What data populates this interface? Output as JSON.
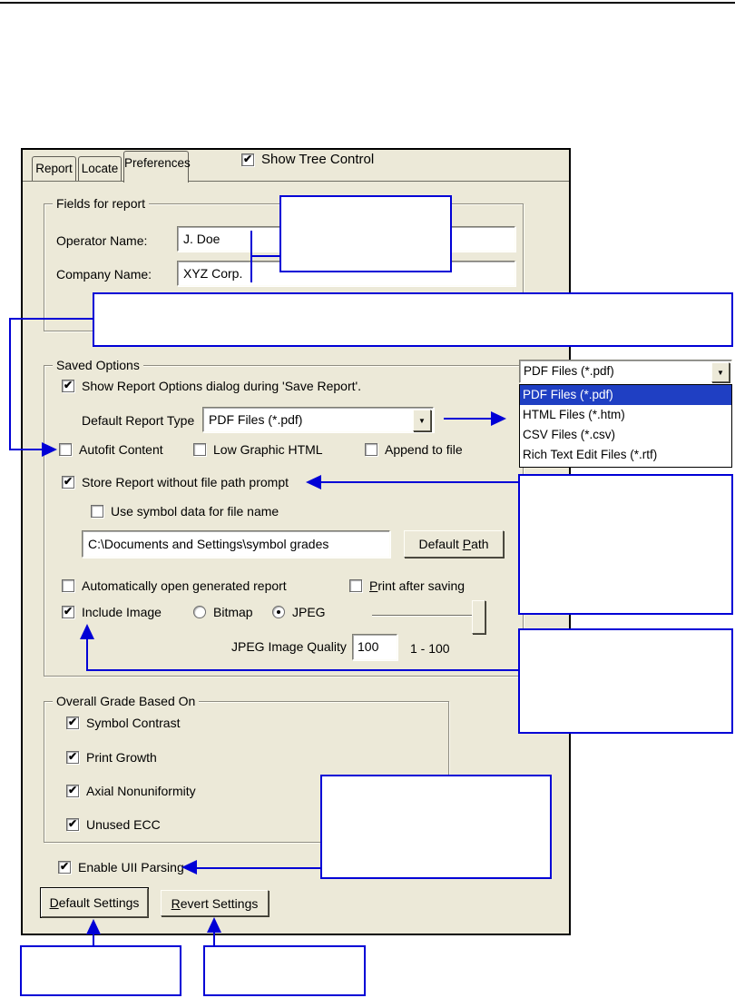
{
  "icons": {
    "check": "✔",
    "dropdown_arrow": "▼"
  },
  "colors": {
    "callout_blue": "#0000d6",
    "selection_bg": "#1f3fc3",
    "dialog_bg": "#ece9d8"
  },
  "tabs": {
    "items": [
      "Report",
      "Locate",
      "Preferences"
    ],
    "active": "Preferences"
  },
  "header": {
    "show_tree_control": "Show Tree Control"
  },
  "fields_group": {
    "title": "Fields for report",
    "operator_label": "Operator Name:",
    "operator_value": "J. Doe",
    "company_label": "Company Name:",
    "company_value": "XYZ Corp."
  },
  "saved_options": {
    "title": "Saved Options",
    "show_report_options_label": "Show Report Options dialog during 'Save Report'.",
    "default_report_type_label": "Default Report Type",
    "default_report_type_value": "PDF Files (*.pdf)",
    "autofit_label": "Autofit Content",
    "low_graphic_label": "Low Graphic HTML",
    "append_label": "Append to file",
    "store_report_label": "Store Report without file path prompt",
    "use_symbol_label": "Use symbol data for file name",
    "file_path_value": "C:\\Documents and Settings\\symbol grades",
    "default_path_button": {
      "pre": "Default ",
      "mn": "P",
      "post": "ath"
    },
    "auto_open_label": "Automatically open generated report",
    "print_after_label": {
      "mn": "P",
      "post": "rint after saving"
    },
    "include_image_label": "Include Image",
    "bitmap_label": "Bitmap",
    "jpeg_label": "JPEG",
    "jpeg_quality_label": "JPEG Image Quality",
    "jpeg_quality_value": "100",
    "jpeg_quality_range": "1 - 100"
  },
  "report_type_list": {
    "selected": "PDF Files (*.pdf)",
    "items": [
      "PDF Files (*.pdf)",
      "HTML Files (*.htm)",
      "CSV Files (*.csv)",
      "Rich Text Edit Files (*.rtf)"
    ]
  },
  "overall_grade": {
    "title": "Overall Grade Based On",
    "items": [
      "Symbol Contrast",
      "Print Growth",
      "Axial Nonuniformity",
      "Unused ECC"
    ]
  },
  "uii": {
    "enable_label": "Enable UII Parsing"
  },
  "footer_buttons": {
    "default_settings": {
      "mn": "D",
      "post": "efault Settings"
    },
    "revert_settings": {
      "mn": "R",
      "post": "evert Settings"
    }
  }
}
